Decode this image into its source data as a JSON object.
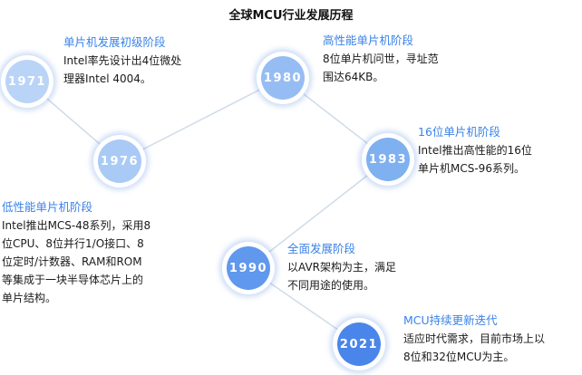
{
  "title": "全球MCU行业发展历程",
  "colors": {
    "accent": "#3a82e8",
    "node_light": "#b9d4f7",
    "node_mid": "#7fb0f0",
    "node_dark": "#4a86ea",
    "connector": "#cfdbe8"
  },
  "milestones": [
    {
      "year": "1971",
      "title": "单片机发展初级阶段",
      "lines": [
        "Intel率先设计出4位微处",
        "理器Intel 4004。"
      ]
    },
    {
      "year": "1976",
      "title": "低性能单片机阶段",
      "lines": [
        "Intel推出MCS-48系列，采用8",
        "位CPU、8位并行1/O接口、8",
        "位定时/计数器、RAM和ROM",
        "等集成于一块半导体芯片上的",
        "单片结构。"
      ]
    },
    {
      "year": "1980",
      "title": "高性能单片机阶段",
      "lines": [
        "8位单片机问世，寻址范",
        "围达64KB。"
      ]
    },
    {
      "year": "1983",
      "title": "16位单片机阶段",
      "lines": [
        "Intel推出高性能的16位",
        "单片机MCS-96系列。"
      ]
    },
    {
      "year": "1990",
      "title": "全面发展阶段",
      "lines": [
        "以AVR架构为主，满足",
        "不同用途的使用。"
      ]
    },
    {
      "year": "2021",
      "title": "MCU持续更新迭代",
      "lines": [
        "适应时代需求，目前市场上以",
        "8位和32位MCU为主。"
      ]
    }
  ]
}
